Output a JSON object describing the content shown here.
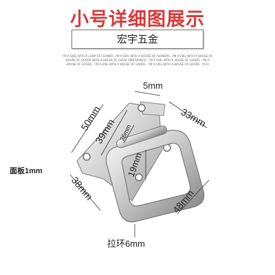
{
  "header": {
    "title": "小号详细图展示",
    "brand": "宏宇五金"
  },
  "fine_print": {
    "line1": "I'M A GIRL WITH A LOOP OF FLOWER · I'M A GIRL WITH A HOUSE OF FLOWERS · I'M A GIRL WITH A HOUSE OF",
    "line2": "HOUSE OF GOODS WITH A HOUSE OF GOOD APPEARANCE · I'M A GIRL WITH A HOUSE OF GOODS · I'M A",
    "line3": "HOUSE OF GOODS · I'M A GIRL WITH A HOUSE OF GOODS · I'M A GIRL WITH A HOUSE OF GOODS · I'M A"
  },
  "dimensions": {
    "d5": "5mm",
    "d50": "50mm",
    "d39": "39mm",
    "d26": "26mm",
    "d33": "33mm",
    "d19": "19mm",
    "panel": "面板1mm",
    "d38": "38mm",
    "d48": "48mm",
    "ring": "拉环6mm"
  },
  "colors": {
    "title": "#d63b3b",
    "metal_light": "#f2f2f2",
    "metal_dark": "#8d8d8d",
    "line": "#333333"
  }
}
